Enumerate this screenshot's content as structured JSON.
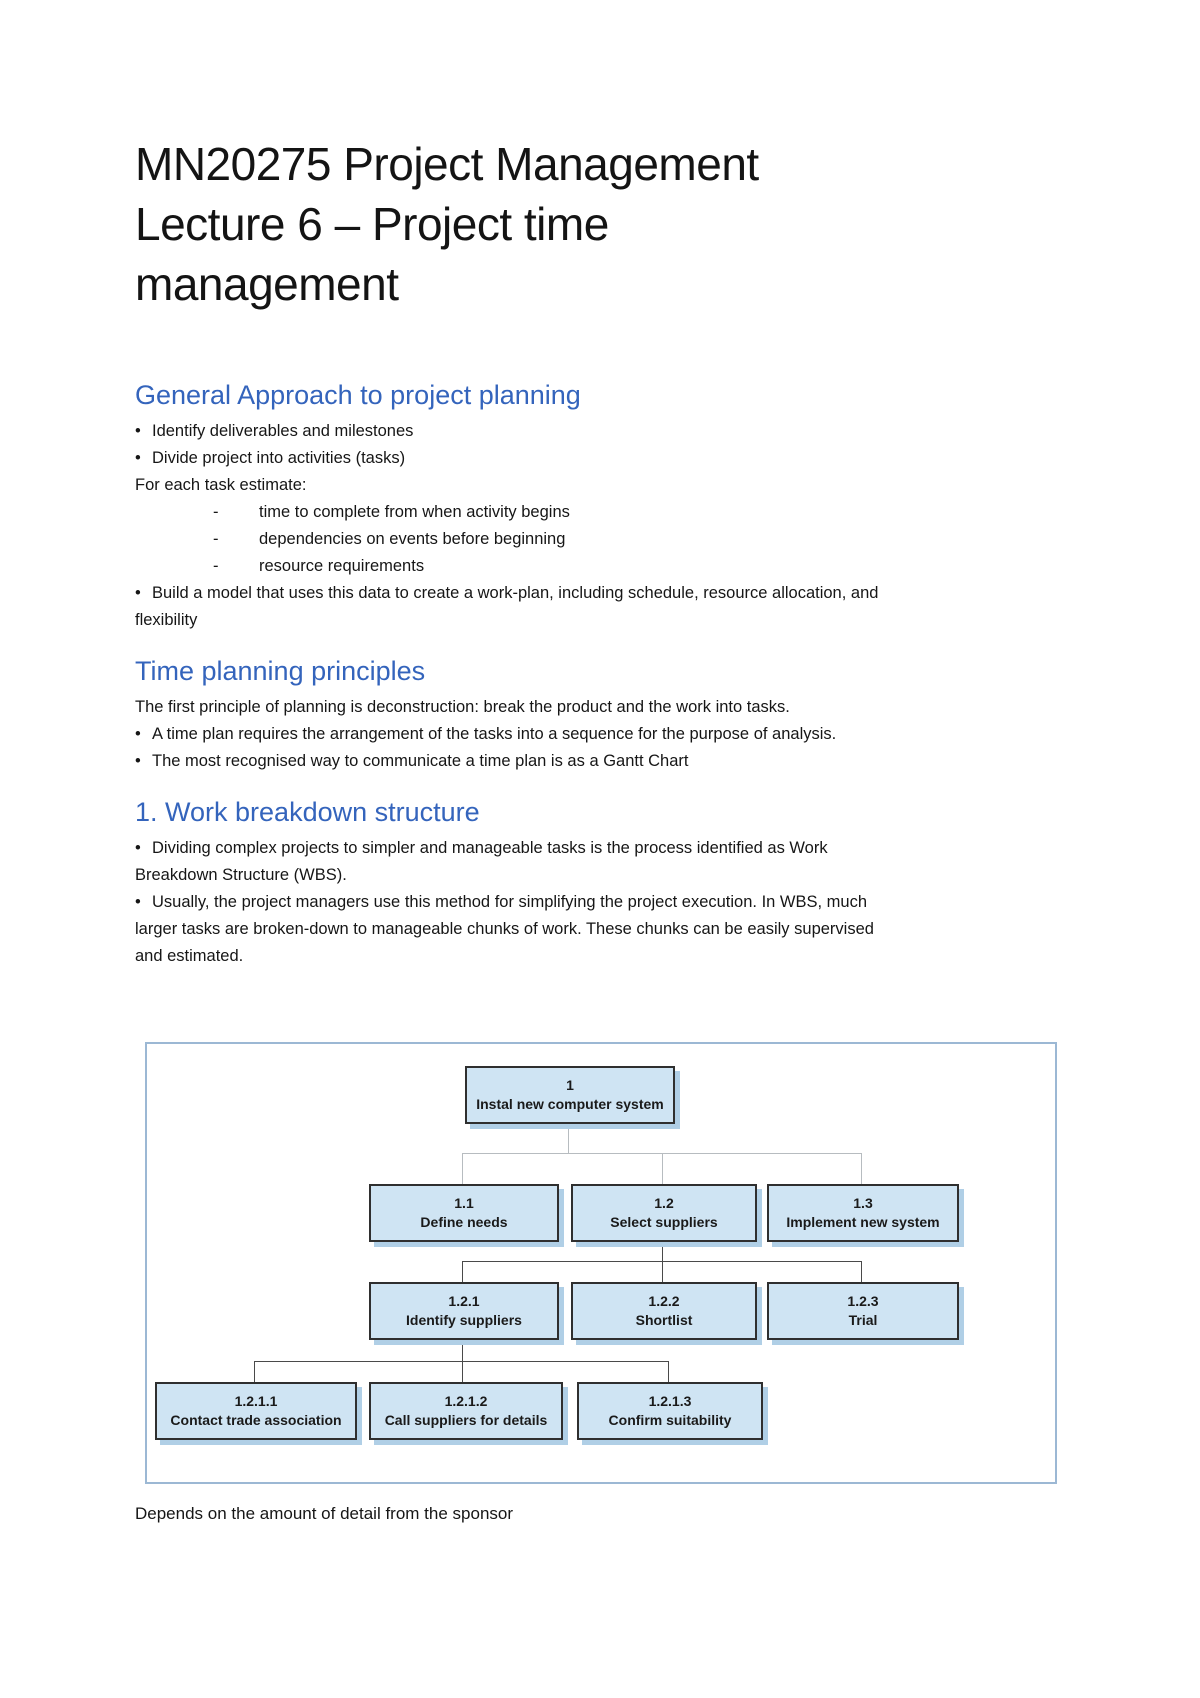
{
  "title": {
    "lines": [
      "MN20275 Project Management",
      "Lecture 6 – Project time",
      "management"
    ]
  },
  "sections": [
    {
      "heading": "General Approach to project planning",
      "items": [
        {
          "marker": "•",
          "lines": [
            "Identify deliverables and milestones"
          ]
        },
        {
          "marker": "•",
          "lines": [
            "Divide project into activities (tasks)"
          ]
        },
        {
          "marker": "",
          "lines": [
            "For each task estimate:"
          ]
        },
        {
          "marker": "-",
          "lines": [
            "time to complete from when activity begins"
          ]
        },
        {
          "marker": "-",
          "lines": [
            "dependencies on events before beginning"
          ]
        },
        {
          "marker": "-",
          "lines": [
            "resource requirements"
          ]
        },
        {
          "marker": "•",
          "lines": [
            "Build a model that uses this data to create a work-plan, including schedule, resource allocation, and",
            "flexibility"
          ]
        }
      ]
    },
    {
      "heading": "Time planning principles",
      "items": [
        {
          "marker": "",
          "lines": [
            "The first principle of planning is deconstruction: break the product and the work into tasks."
          ]
        },
        {
          "marker": "•",
          "lines": [
            "A time plan requires the arrangement of the tasks into a sequence for the purpose of analysis."
          ]
        },
        {
          "marker": "•",
          "lines": [
            "The most recognised way to communicate a time plan is as a Gantt Chart"
          ]
        }
      ]
    },
    {
      "heading": "1. Work breakdown structure",
      "items": [
        {
          "marker": "•",
          "lines": [
            "Dividing complex projects to simpler and manageable tasks is the process identified as Work",
            "Breakdown Structure (WBS)."
          ]
        },
        {
          "marker": "•",
          "lines": [
            "Usually, the project managers use this method for simplifying the project execution. In WBS, much",
            "larger tasks are broken-down to manageable chunks of work. These chunks can be easily supervised",
            "and estimated."
          ]
        }
      ]
    }
  ],
  "diagram": {
    "type": "wbs-tree",
    "nodes": [
      {
        "id": "1",
        "label": "Instal new computer system"
      },
      {
        "id": "1.1",
        "label": "Define needs"
      },
      {
        "id": "1.2",
        "label": "Select suppliers"
      },
      {
        "id": "1.3",
        "label": "Implement new system"
      },
      {
        "id": "1.2.1",
        "label": "Identify suppliers"
      },
      {
        "id": "1.2.2",
        "label": "Shortlist"
      },
      {
        "id": "1.2.3",
        "label": "Trial"
      },
      {
        "id": "1.2.1.1",
        "label": "Contact trade association"
      },
      {
        "id": "1.2.1.2",
        "label": "Call suppliers for details"
      },
      {
        "id": "1.2.1.3",
        "label": "Confirm suitability"
      }
    ],
    "caption": "Depends on the amount of detail from the sponsor"
  },
  "colors": {
    "heading_blue": "#3464BC",
    "node_fill": "#CFE4F3",
    "node_border": "#2F2F2F",
    "node_shadow": "#B0CFE6",
    "frame_border": "#9CB8D4"
  }
}
